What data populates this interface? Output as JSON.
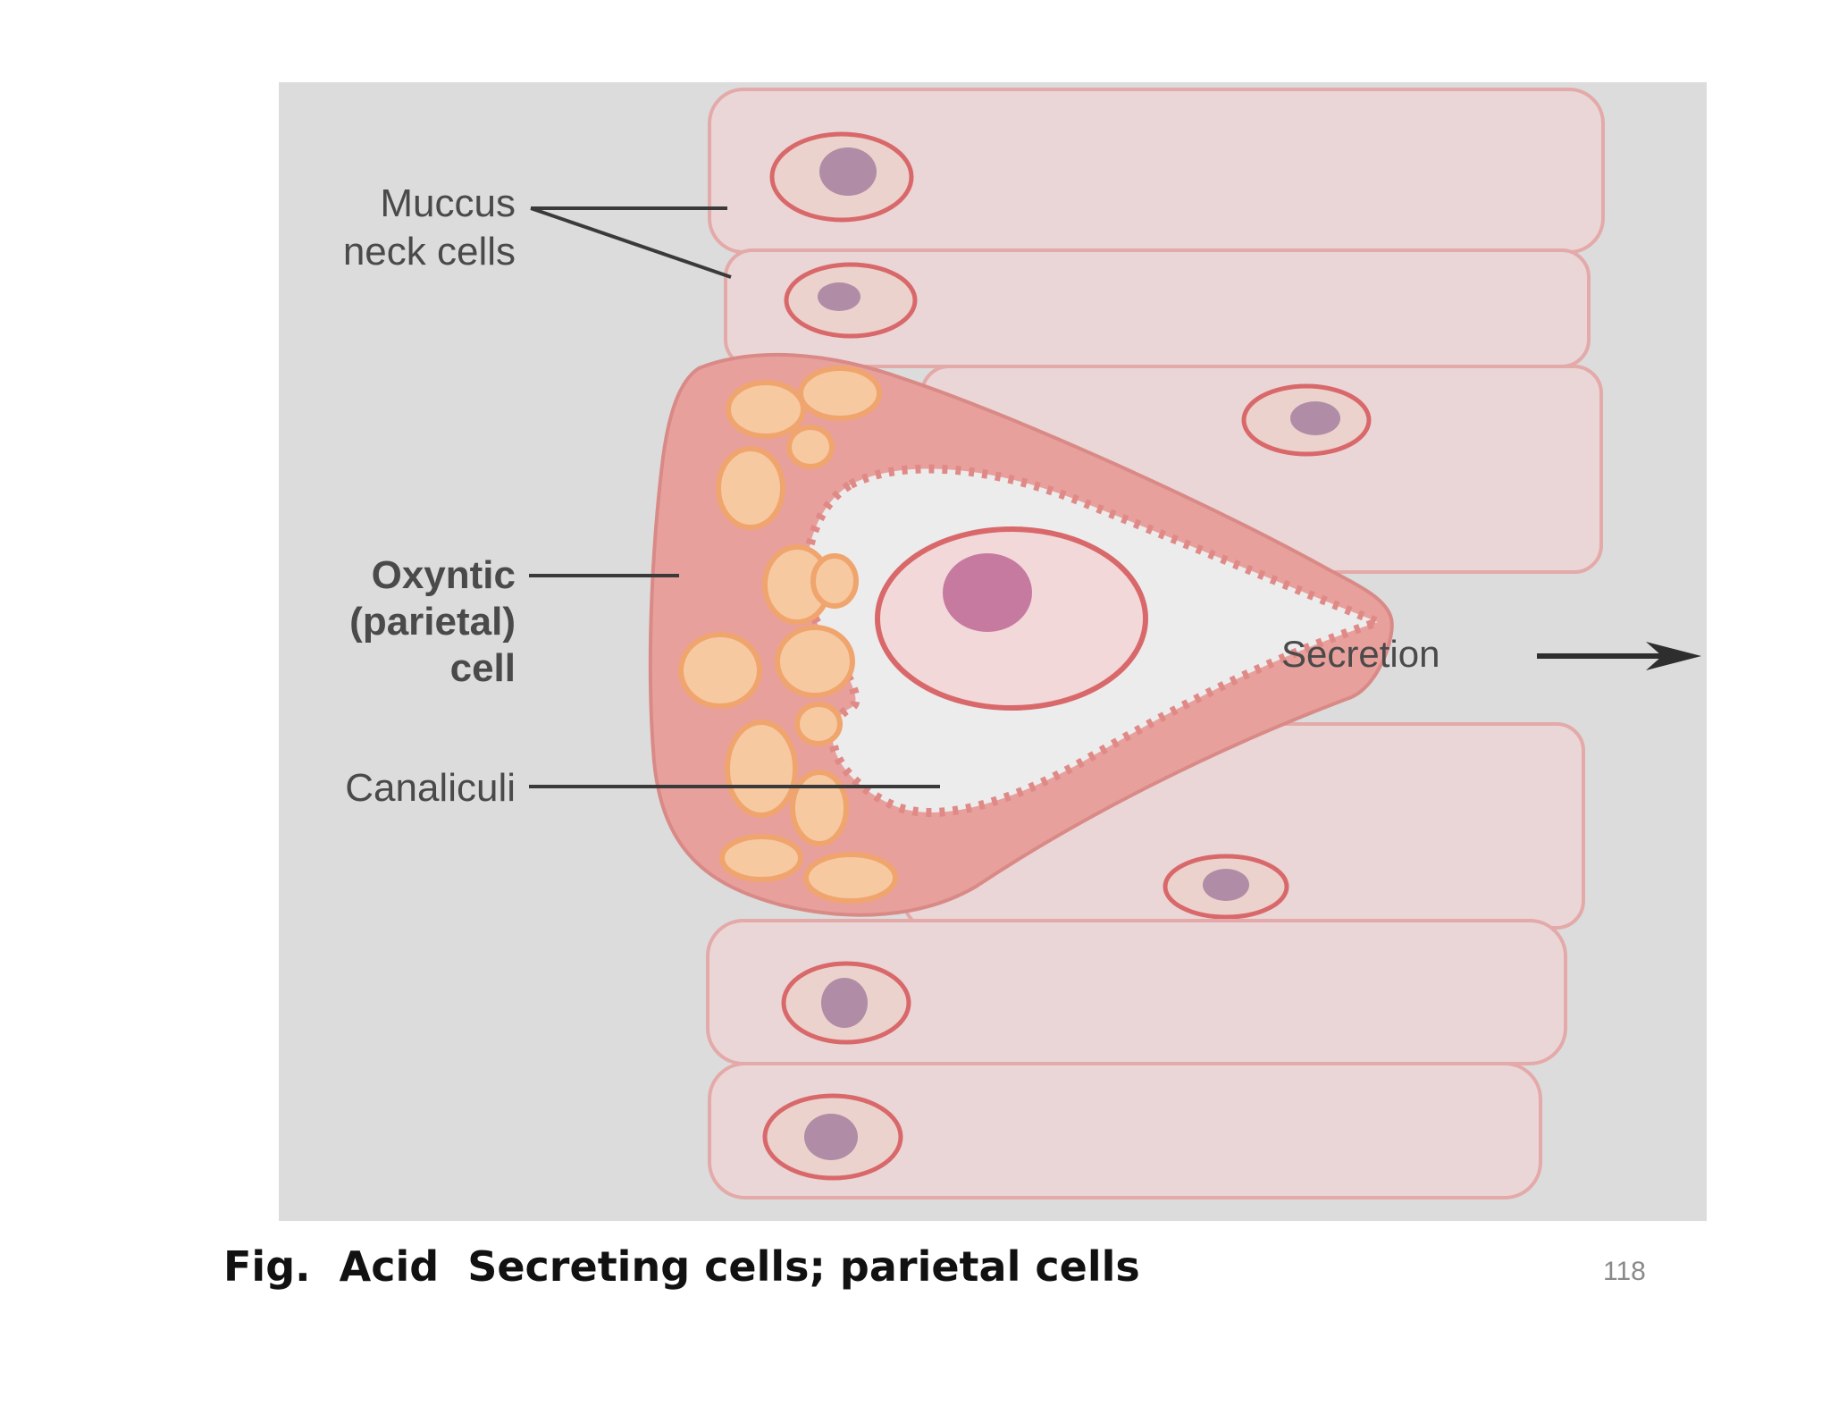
{
  "labels": {
    "mucous_line1": "Muccus",
    "mucous_line2": "neck cells",
    "oxyntic_line1": "Oxyntic",
    "oxyntic_line2": "(parietal)",
    "oxyntic_line3": "cell",
    "canaliculi": "Canaliculi",
    "secretion": "Secretion"
  },
  "caption": "Fig.  Acid  Secreting cells; parietal cells",
  "page_number": "118",
  "colors": {
    "background_panel": "#dcdcdc",
    "cell_fill": "#ead6d6",
    "cell_border": "#e3a5a5",
    "nucleus_ring": "#d9686b",
    "nucleus_fill": "#b08ca6",
    "parietal_fill": "#e8a09c",
    "mitochondria": "#f0a56e",
    "label_text": "#4a4a4a"
  }
}
